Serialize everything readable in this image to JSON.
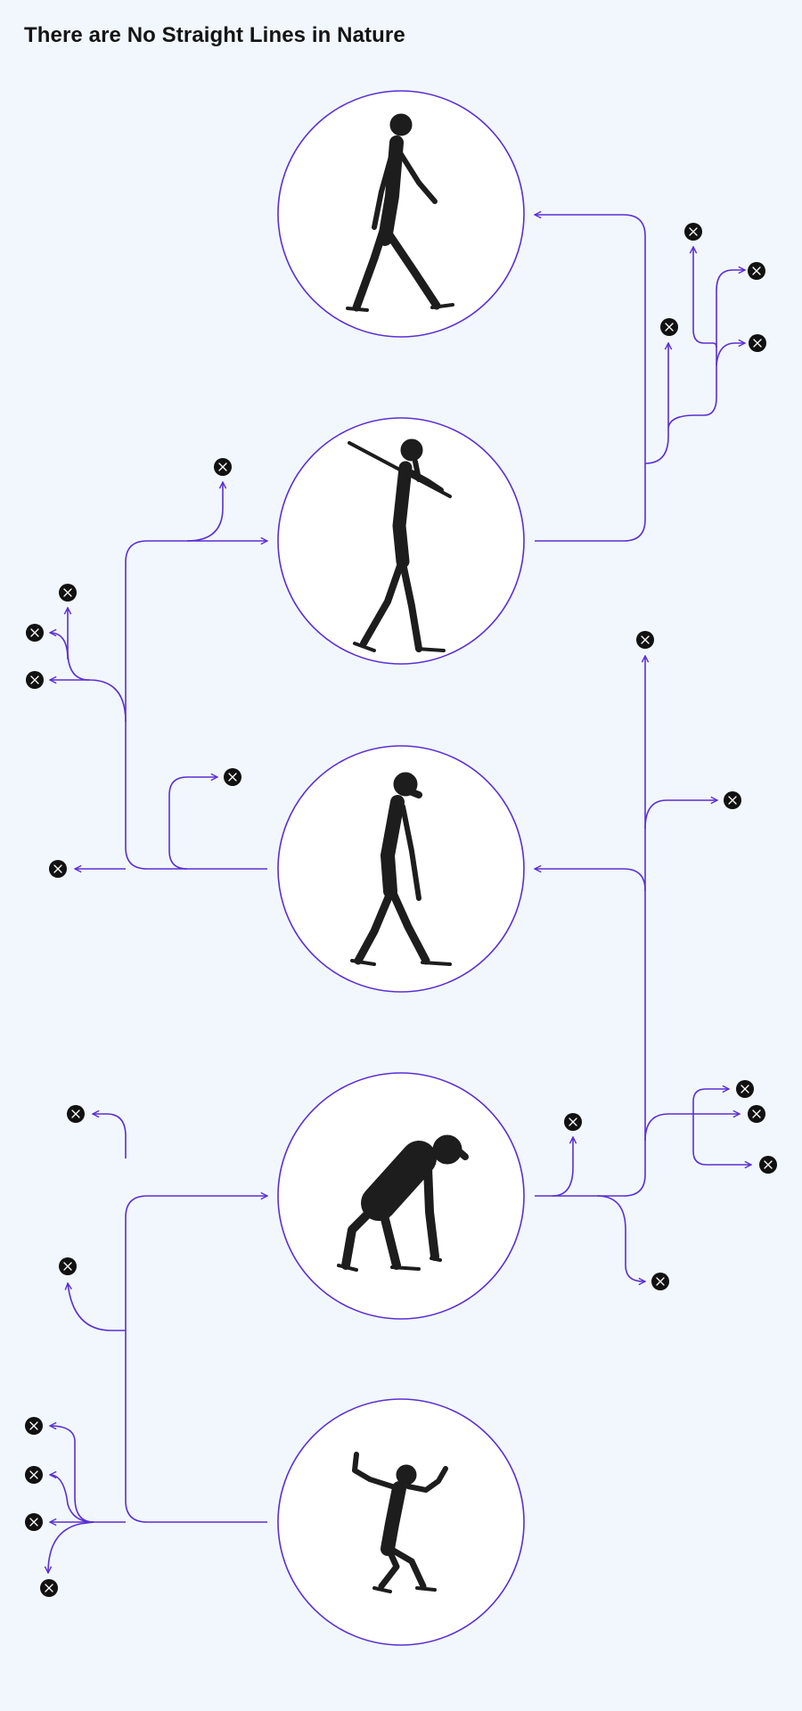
{
  "title": "There are No Straight Lines in Nature",
  "colors": {
    "background": "#f1f7fc",
    "connector": "#5a2fd4",
    "node_fill": "#ffffff",
    "terminal": "#111111"
  },
  "nodes": [
    {
      "id": "modern-human",
      "illustration": "upright-walking-human"
    },
    {
      "id": "human-with-spear",
      "illustration": "bearded-human-carrying-spear"
    },
    {
      "id": "early-hominid",
      "illustration": "upright-hominid"
    },
    {
      "id": "great-ape",
      "illustration": "knuckle-walking-ape"
    },
    {
      "id": "gibbon",
      "illustration": "arms-raised-gibbon"
    }
  ],
  "terminal_icon": "close-x-icon"
}
